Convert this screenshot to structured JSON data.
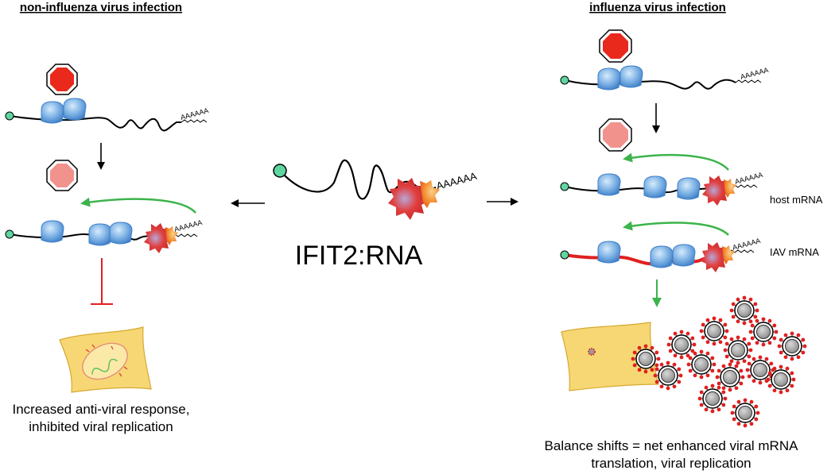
{
  "headings": {
    "left": "non-influenza virus infection",
    "right": "influenza virus infection"
  },
  "center": {
    "label": "IFIT2:RNA",
    "poly_a": "AAAAAA"
  },
  "right_panel": {
    "host_label": "host mRNA",
    "iav_label": "IAV mRNA"
  },
  "poly_a_tail": "AAAAAA",
  "captions": {
    "left_line1": "Increased anti-viral response,",
    "left_line2": "inhibited viral replication",
    "right_line1": "Balance shifts = net enhanced viral mRNA",
    "right_line2": "translation, viral replication"
  },
  "colors": {
    "stop_sign": "#e8291c",
    "stop_sign_faded": "#f2928c",
    "ribosome": "#7fb3e6",
    "cap": "#5fd6a0",
    "ifit2": "#d9343a",
    "green_arrow": "#3cb44b",
    "inhibit": "#e02020",
    "iav_rna": "#e02020",
    "cell": "#f7d774",
    "virion": "#9a9a9a",
    "spike": "#e02020"
  }
}
